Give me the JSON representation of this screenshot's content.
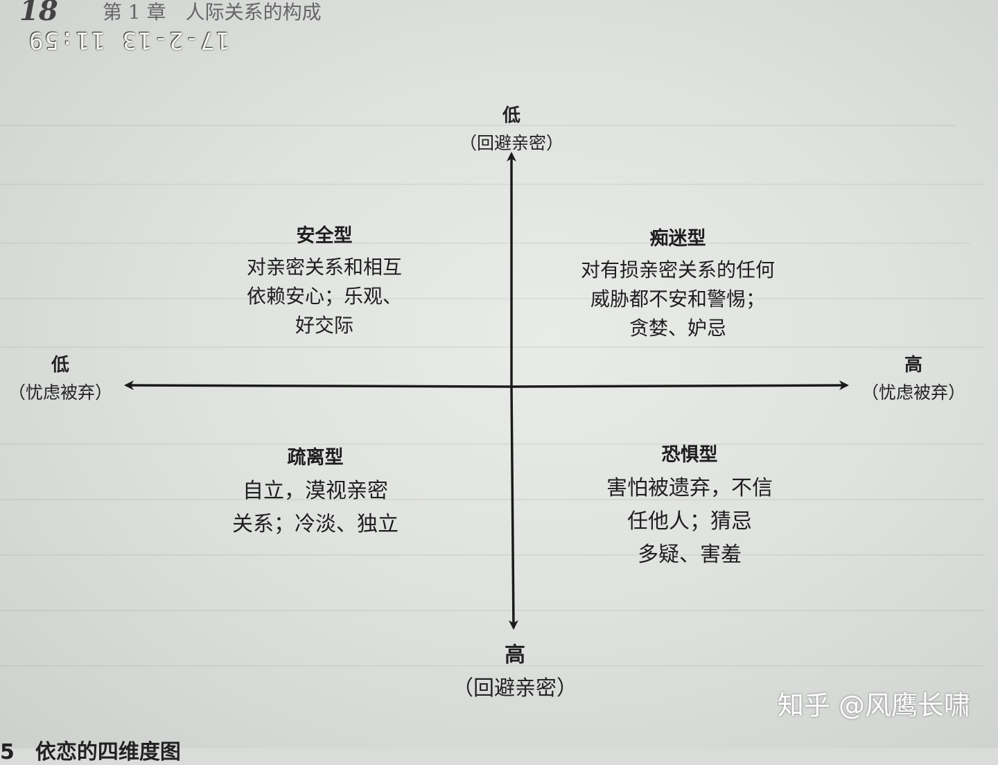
{
  "header": {
    "page_number": "18",
    "chapter": "第 1 章　人际关系的构成"
  },
  "timestamp": "17-2-13 11:59",
  "axes": {
    "top": {
      "level": "低",
      "label": "（回避亲密）"
    },
    "bottom": {
      "level": "高",
      "label": "（回避亲密）"
    },
    "left": {
      "level": "低",
      "label": "（忧虑被弃）"
    },
    "right": {
      "level": "高",
      "label": "（忧虑被弃）"
    }
  },
  "quadrants": {
    "top_left": {
      "title": "安全型",
      "lines": [
        "对亲密关系和相互",
        "依赖安心；乐观、",
        "好交际"
      ]
    },
    "top_right": {
      "title": "痴迷型",
      "lines": [
        "对有损亲密关系的任何",
        "威胁都不安和警惕；",
        "贪婪、妒忌"
      ]
    },
    "bottom_left": {
      "title": "疏离型",
      "lines": [
        "自立，漠视亲密",
        "关系；冷淡、独立"
      ]
    },
    "bottom_right": {
      "title": "恐惧型",
      "lines": [
        "害怕被遗弃，不信",
        "任他人；猜忌",
        "多疑、害羞"
      ]
    }
  },
  "watermark": "知乎 @风鹰长啸",
  "footer_caption": "5　依恋的四维度图",
  "colors": {
    "paper": "#e2e5e2",
    "ink": "#1c1c1c",
    "watermark": "#ffffff"
  }
}
